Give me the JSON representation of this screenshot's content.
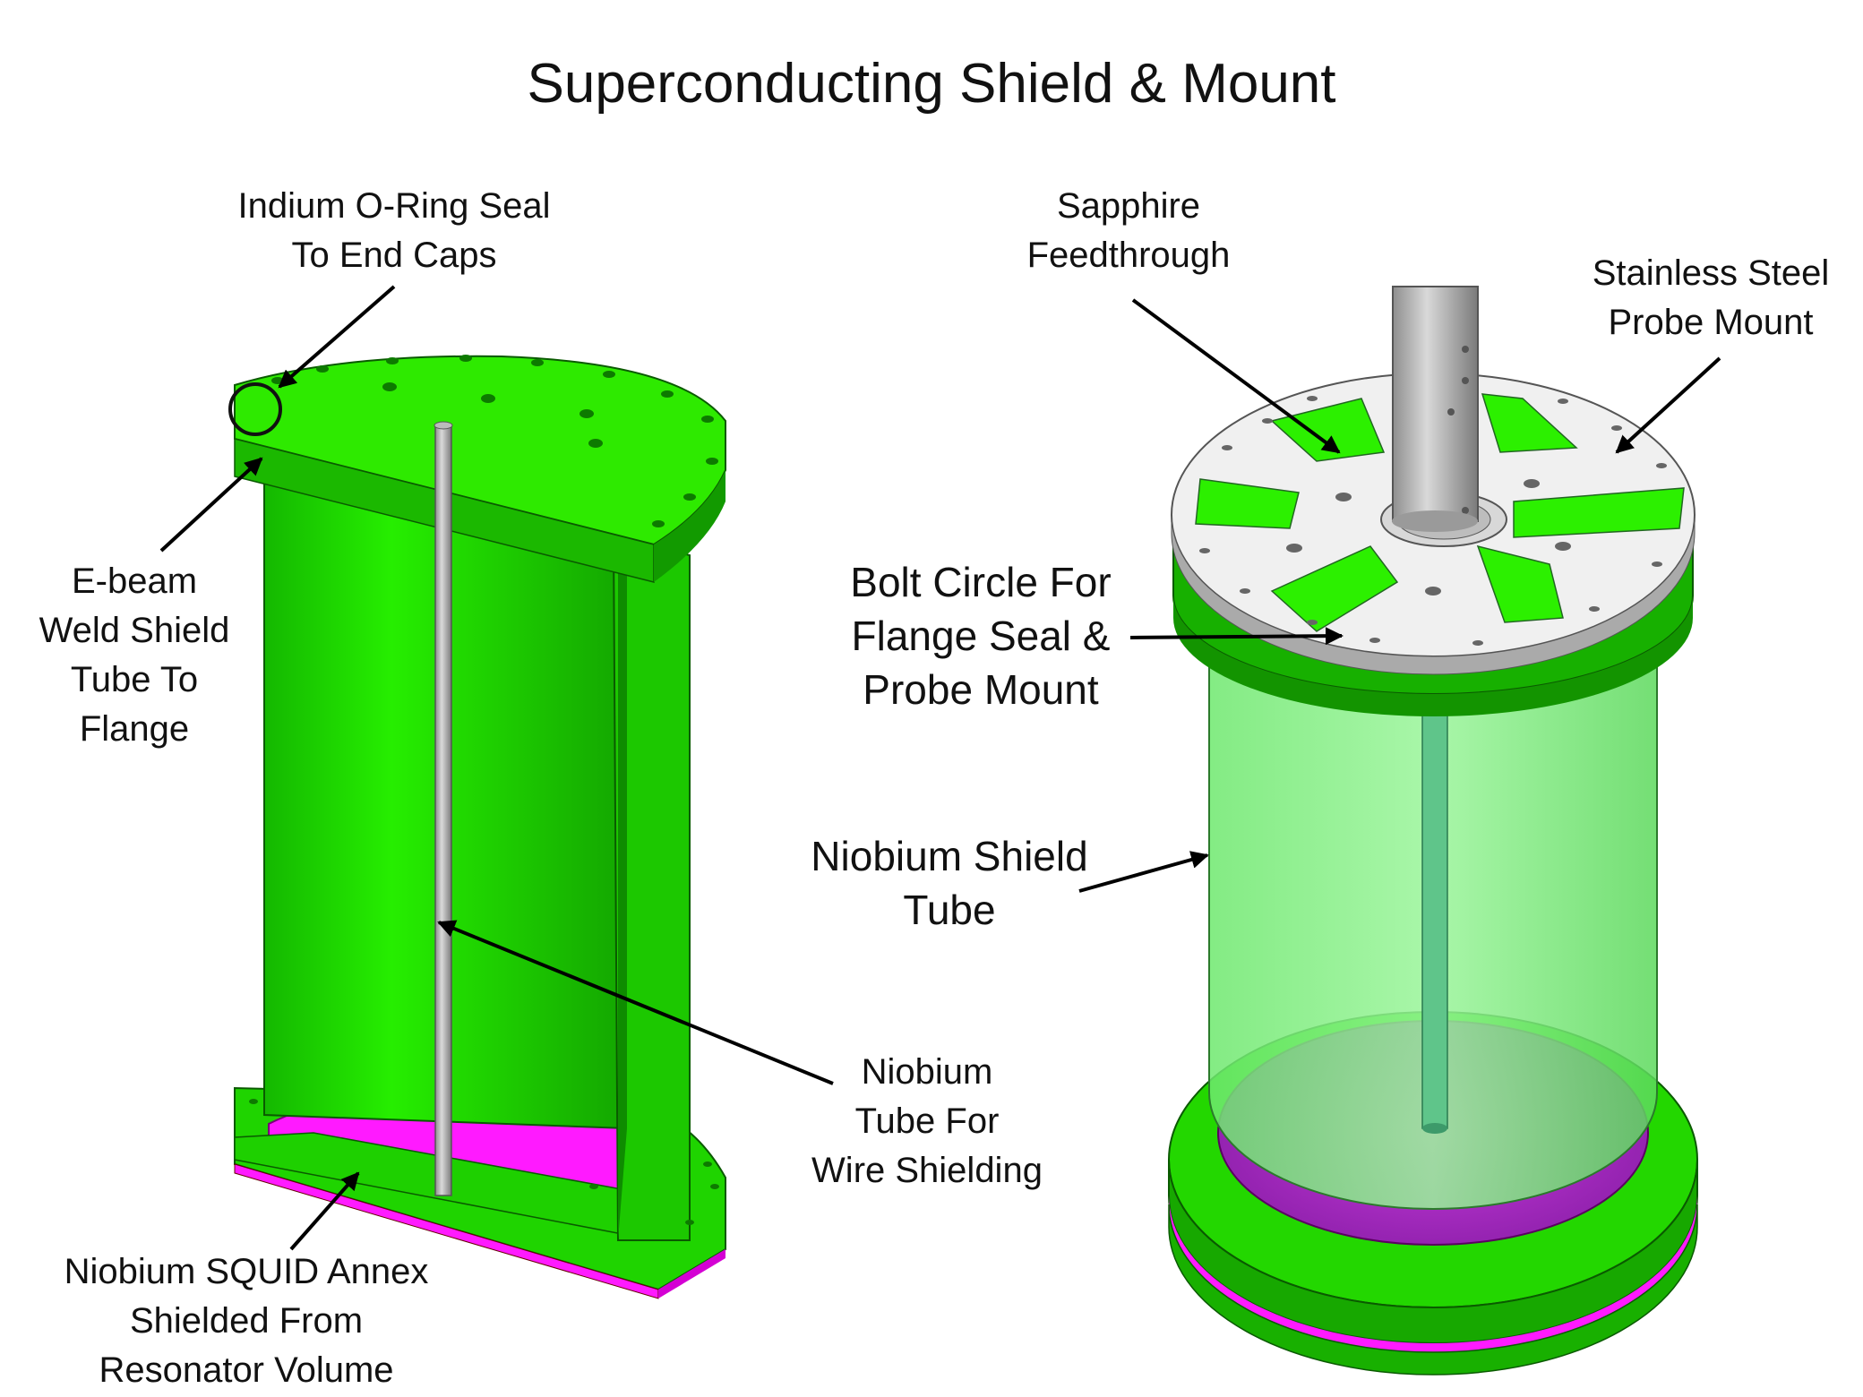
{
  "title": "Superconducting Shield & Mount",
  "labels": {
    "indium_seal": [
      "Indium O-Ring Seal",
      "To End Caps"
    ],
    "ebeam_weld": [
      "E-beam",
      "Weld Shield",
      "Tube To",
      "Flange"
    ],
    "squid_annex": [
      "Niobium SQUID Annex",
      "Shielded From",
      "Resonator Volume"
    ],
    "wire_tube": [
      "Niobium",
      "Tube For",
      "Wire Shielding"
    ],
    "sapphire": [
      "Sapphire",
      "Feedthrough"
    ],
    "probe_mount": [
      "Stainless Steel",
      "Probe Mount"
    ],
    "bolt_circle": [
      "Bolt Circle For",
      "Flange Seal &",
      "Probe Mount"
    ],
    "shield_tube": [
      "Niobium Shield",
      "Tube"
    ]
  },
  "colors": {
    "niobium_green": "#22e600",
    "niobium_green_dark": "#16a300",
    "annex_magenta": "#ff1aff",
    "steel_light": "#e8e8e8",
    "steel_dark": "#9a9a9a",
    "arrow": "#000000"
  }
}
